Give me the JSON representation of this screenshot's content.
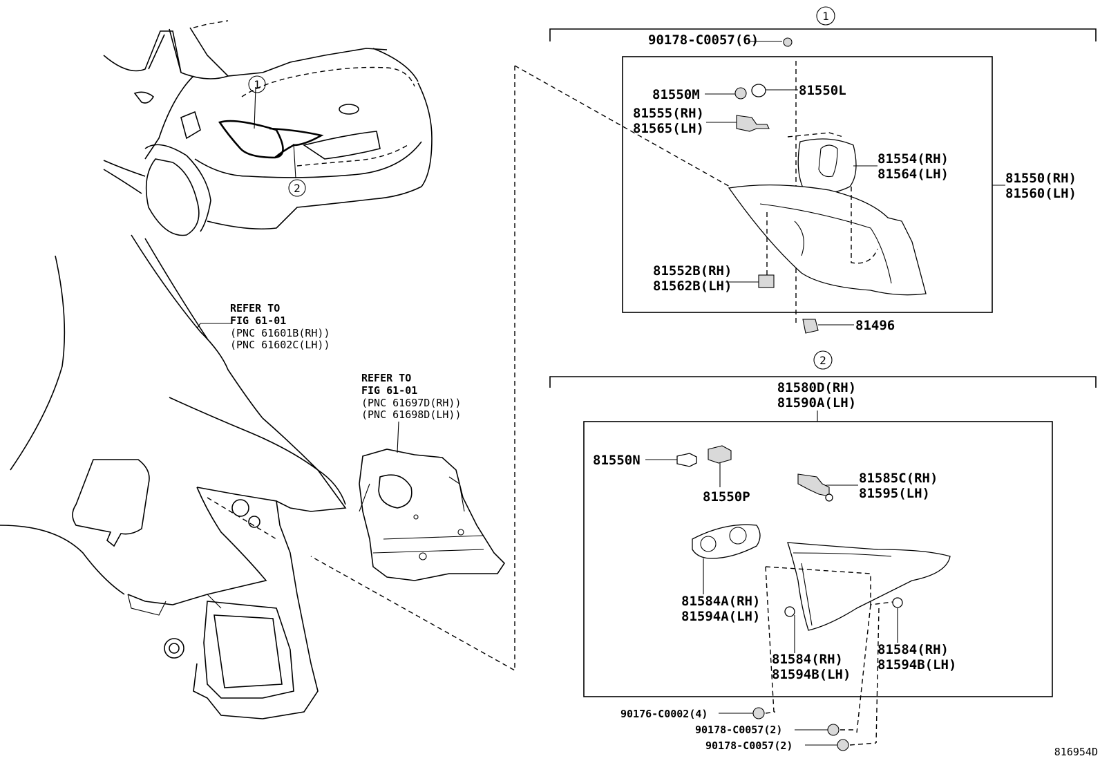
{
  "diagram_id": "816954D",
  "callouts": {
    "one": "1",
    "two": "2"
  },
  "refer_left": {
    "line1": "REFER TO",
    "line2": "FIG 61-01",
    "line3": "(PNC 61601B(RH))",
    "line4": "(PNC 61602C(LH))"
  },
  "refer_mid": {
    "line1": "REFER TO",
    "line2": "FIG 61-01",
    "line3": "(PNC 61697D(RH))",
    "line4": "(PNC 61698D(LH))"
  },
  "group1": {
    "screw_top": "90178-C0057(6)",
    "bulb_m": "81550M",
    "bulb_l": "81550L",
    "socket_rh": "81555(RH)",
    "socket_lh": "81565(LH)",
    "gasket_rh": "81554(RH)",
    "gasket_lh": "81564(LH)",
    "assy_rh": "81550(RH)",
    "assy_lh": "81560(LH)",
    "cushion_rh": "81552B(RH)",
    "cushion_lh": "81562B(LH)",
    "clip": "81496"
  },
  "group2": {
    "assy_rh": "81580D(RH)",
    "assy_lh": "81590A(LH)",
    "bulb_n": "81550N",
    "bulb_p": "81550P",
    "socket_rh": "81585C(RH)",
    "socket_lh": "81595(LH)",
    "gasket_rh": "81584A(RH)",
    "gasket_lh": "81594A(LH)",
    "retainer_a_rh": "81584(RH)",
    "retainer_a_lh": "81594B(LH)",
    "retainer_b_rh": "81584(RH)",
    "retainer_b_lh": "81594B(LH)",
    "nut": "90176-C0002(4)",
    "screw_a": "90178-C0057(2)",
    "screw_b": "90178-C0057(2)"
  }
}
